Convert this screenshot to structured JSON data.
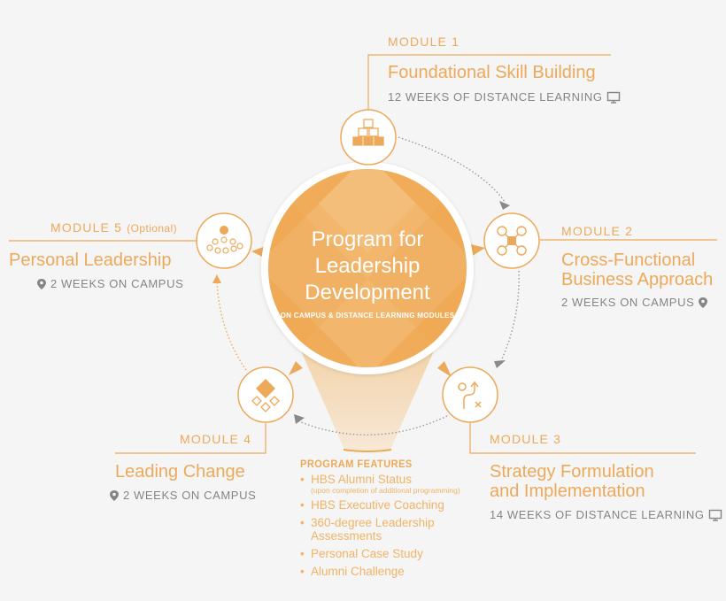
{
  "center": {
    "title_line1": "Program for",
    "title_line2": "Leadership",
    "title_line3": "Development",
    "subtitle": "ON CAMPUS & DISTANCE LEARNING MODULES"
  },
  "modules": [
    {
      "label": "MODULE 1",
      "title": "Foundational Skill Building",
      "duration": "12 WEEKS OF DISTANCE LEARNING",
      "duration_icon": "monitor-icon",
      "node_icon": "stacked-blocks-icon"
    },
    {
      "label": "MODULE 2",
      "title_line1": "Cross-Functional",
      "title_line2": "Business Approach",
      "duration": "2 WEEKS ON CAMPUS",
      "duration_icon": "location-pin-icon",
      "node_icon": "network-hub-icon"
    },
    {
      "label": "MODULE 3",
      "title_line1": "Strategy Formulation",
      "title_line2": "and Implementation",
      "duration": "14 WEEKS OF DISTANCE LEARNING",
      "duration_icon": "monitor-icon",
      "node_icon": "strategy-path-icon"
    },
    {
      "label": "MODULE 4",
      "title": "Leading Change",
      "duration": "2 WEEKS ON CAMPUS",
      "duration_icon": "location-pin-icon",
      "node_icon": "diamonds-icon"
    },
    {
      "label": "MODULE 5",
      "label_suffix": "(Optional)",
      "title": "Personal Leadership",
      "duration": "2 WEEKS ON CAMPUS",
      "duration_icon": "location-pin-icon",
      "node_icon": "audience-icon"
    }
  ],
  "features": {
    "title": "PROGRAM FEATURES",
    "items": [
      {
        "text": "HBS Alumni Status",
        "note": "(upon completion of additional programming)"
      },
      {
        "text": "HBS Executive Coaching"
      },
      {
        "text": "360-degree Leadership Assessments"
      },
      {
        "text": "Personal Case Study"
      },
      {
        "text": "Alumni Challenge"
      }
    ]
  },
  "colors": {
    "accent": "#eda95a",
    "circle_fill": "#f0ac58",
    "circle_light": "#f4c07e",
    "text_gray": "#858585",
    "arrow_gray": "#9a9a9a",
    "background": "#f5f5f5"
  }
}
